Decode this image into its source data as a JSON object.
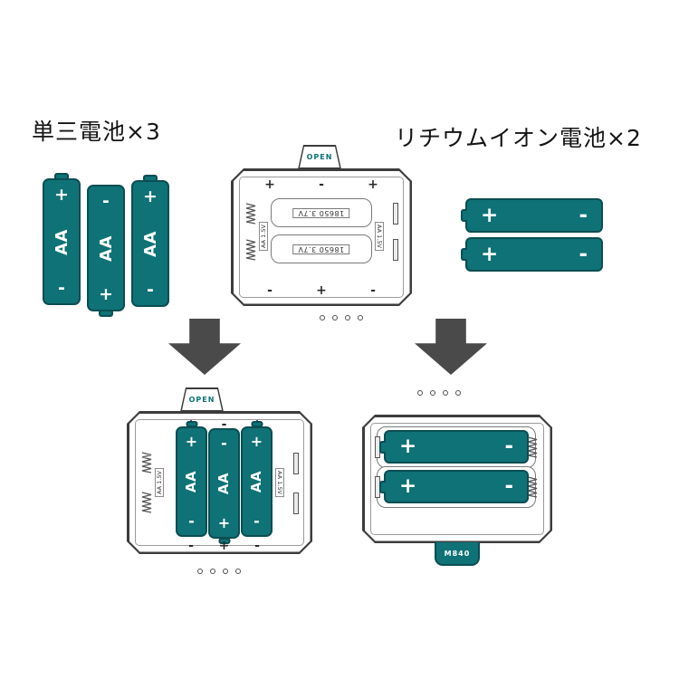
{
  "titles": {
    "aa": "単三電池×3",
    "li": "リチウムイオン電池×2"
  },
  "colors": {
    "battery_teal": "#0f7276",
    "battery_border": "#0a4e52",
    "arrow_gray": "#4a4a4a",
    "shell_gray": "#3c3c3c"
  },
  "compartment": {
    "open_label": "OPEN",
    "cell_slot_label": "18650 3.7V",
    "side_label": "AA 1.5V",
    "model_label": "M840",
    "top_polarity": [
      "+",
      "-",
      "+"
    ],
    "bottom_polarity": [
      "-",
      "+",
      "-"
    ]
  },
  "aa_batteries": [
    {
      "top": "+",
      "label": "AA",
      "bottom": "-"
    },
    {
      "top": "-",
      "label": "AA",
      "bottom": "+"
    },
    {
      "top": "+",
      "label": "AA",
      "bottom": "-"
    }
  ],
  "li_batteries": [
    {
      "left": "+",
      "right": "-"
    },
    {
      "left": "+",
      "right": "-"
    }
  ]
}
